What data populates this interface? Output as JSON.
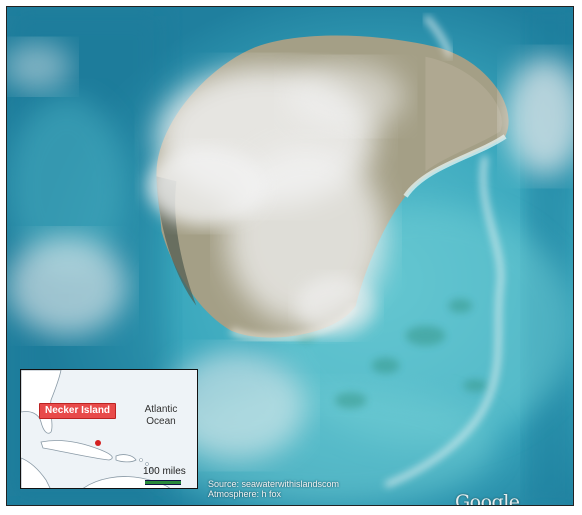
{
  "map": {
    "inset": {
      "place_label": "Necker Island",
      "ocean_label": "Atlantic Ocean",
      "scale_label": "100 miles",
      "marker_color": "#d42020",
      "label_color": "#e84a4a"
    },
    "source": {
      "line1": "Source: seawaterwithislandscom",
      "line2": "Atmosphere: h fox"
    },
    "logo": "Google",
    "colors": {
      "deep_water": "#1f7f9e",
      "shallow_water": "#5fc3cf",
      "land": "#a49f86",
      "cloud": "#f2f2f2"
    }
  }
}
